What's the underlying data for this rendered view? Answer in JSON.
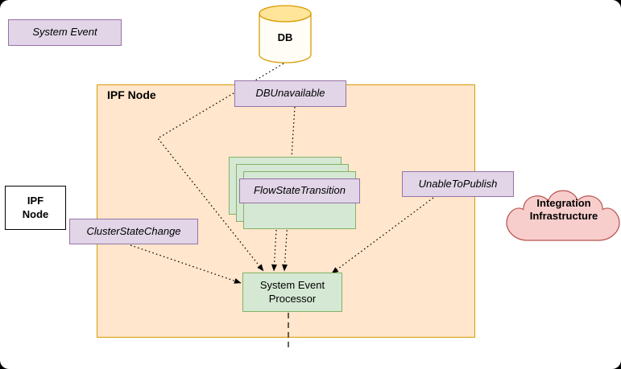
{
  "legend": {
    "system_event": "System Event",
    "ipf_node": "IPF\nNode"
  },
  "nodes": {
    "db": "DB",
    "container_label": "IPF Node",
    "db_unavailable": "DBUnavailable",
    "flow_state_transition": "FlowStateTransition",
    "unable_to_publish": "UnableToPublish",
    "cluster_state_change": "ClusterStateChange",
    "processor": "System Event\nProcessor",
    "integration_infrastructure": "Integration\nInfrastructure"
  },
  "colors": {
    "event_fill": "#E1D5E7",
    "event_stroke": "#9673A6",
    "container_fill": "#FFE6CC",
    "container_stroke": "#D79B00",
    "instance_fill": "#D5E8D4",
    "instance_stroke": "#82B366",
    "cloud_fill": "#F8CECC",
    "cloud_stroke": "#B85450",
    "cylinder_cap": "#FFE599",
    "cylinder_body": "#FFFDF5",
    "cylinder_stroke": "#D79B00",
    "connector": "#000000"
  }
}
